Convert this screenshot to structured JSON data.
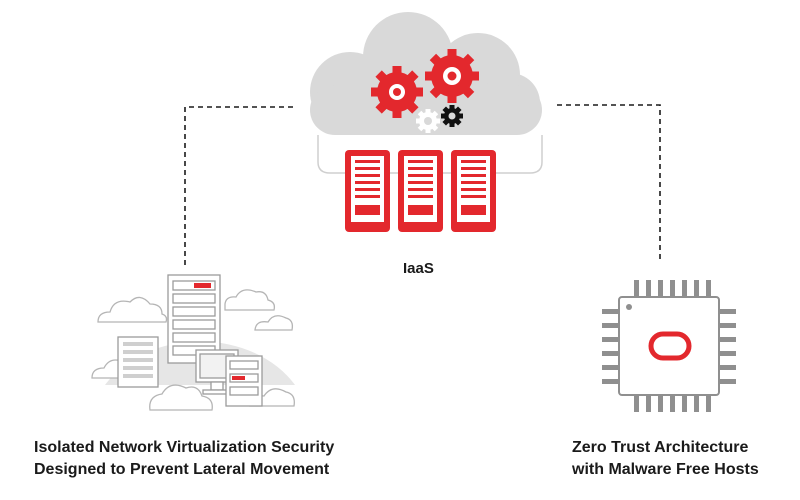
{
  "colors": {
    "accent": "#e3282d",
    "cloud_fill": "#d9d9d9",
    "line_gray": "#9b9b9b",
    "text": "#1a1a1a"
  },
  "center": {
    "label": "IaaS",
    "icons": [
      "cloud-icon",
      "gear-icon",
      "server-rack-icon"
    ]
  },
  "left_node": {
    "caption_line1": "Isolated Network Virtualization Security",
    "caption_line2": "Designed to Prevent Lateral Movement",
    "icons": [
      "cloud-icon",
      "server-rack-icon",
      "monitor-icon"
    ]
  },
  "right_node": {
    "caption_line1": "Zero Trust Architecture",
    "caption_line2": "with Malware Free Hosts",
    "icons": [
      "cpu-chip-icon",
      "oracle-logo-icon"
    ]
  }
}
